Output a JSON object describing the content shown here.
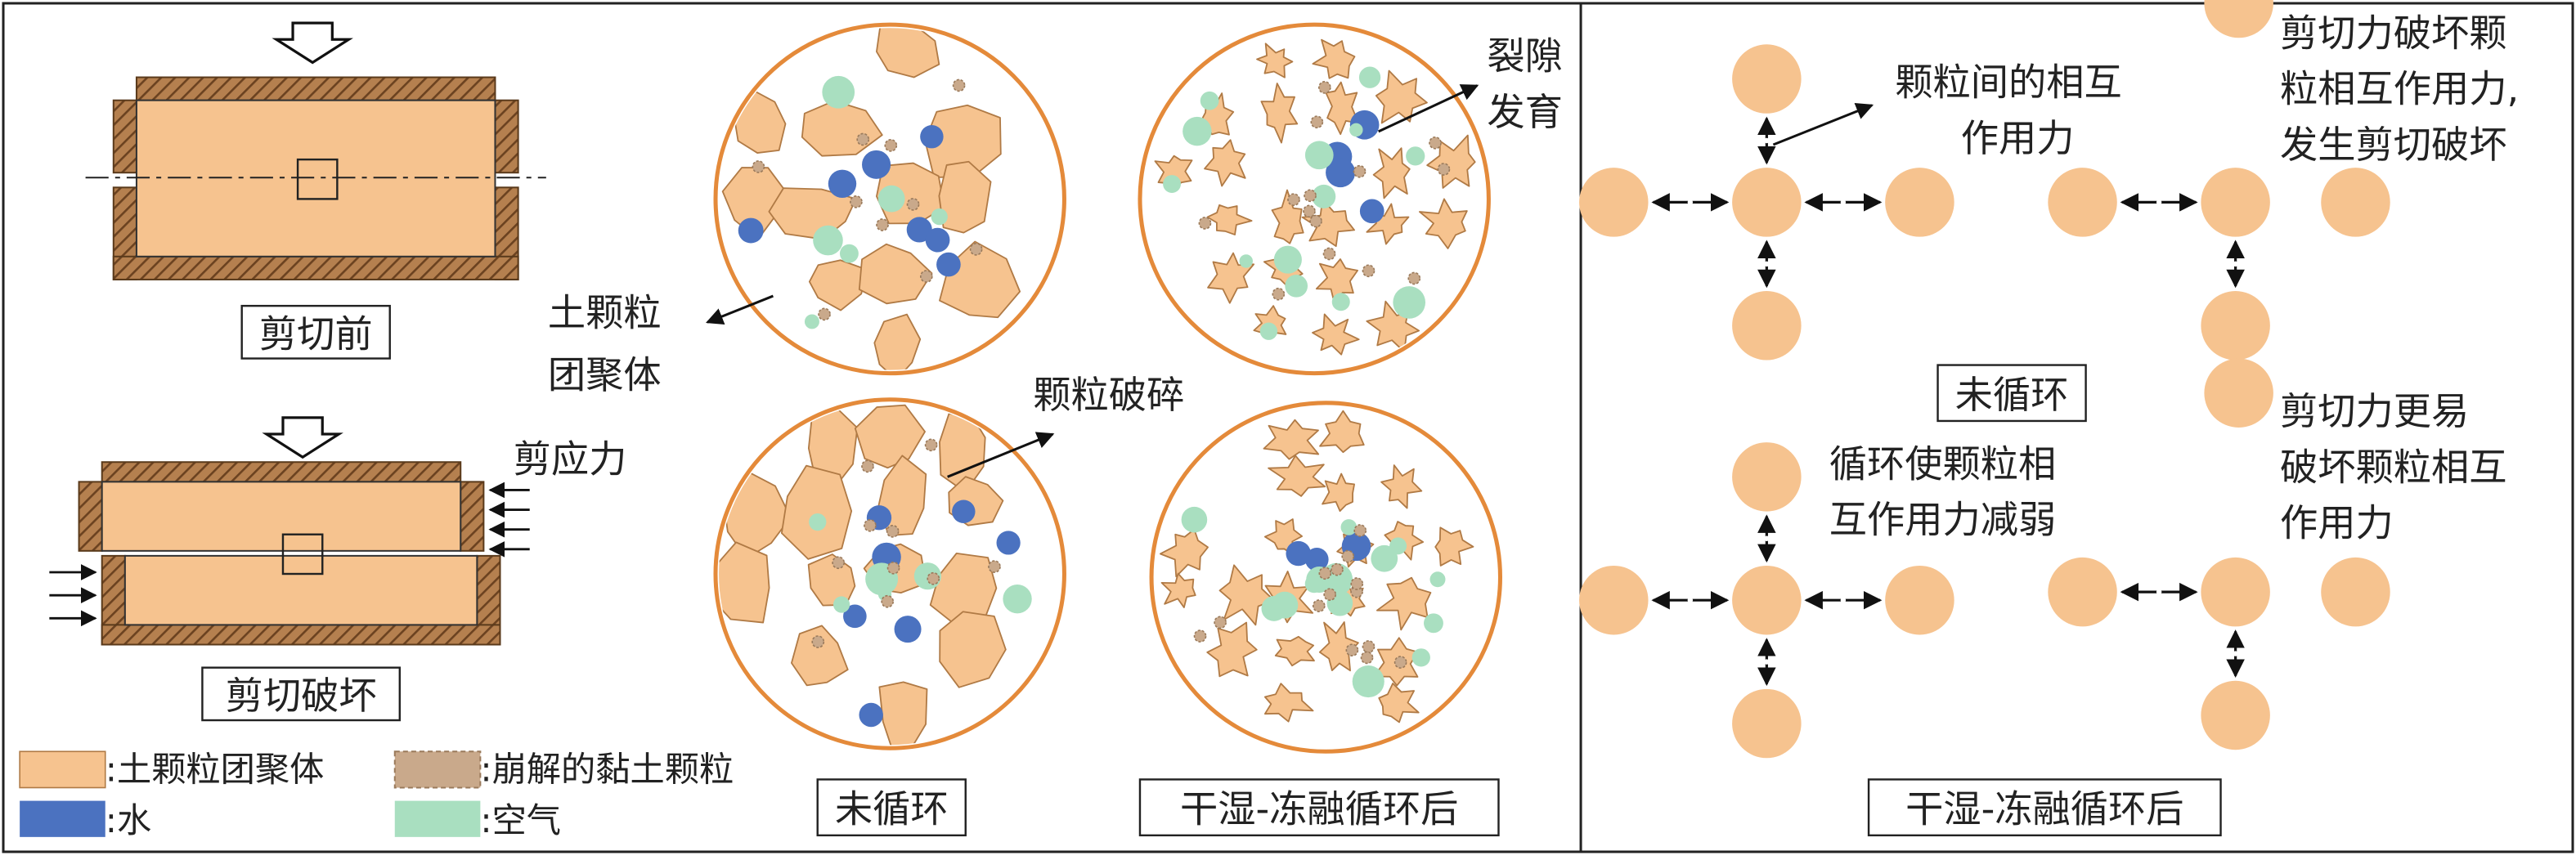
{
  "left_panel": {
    "label_before": "剪切前",
    "label_shear_stress": "剪应力",
    "label_failure": "剪切破坏"
  },
  "legend": {
    "aggregate": ":土颗粒团聚体",
    "clay": ":崩解的黏土颗粒",
    "water": ":水",
    "air": ":空气"
  },
  "middle_panel": {
    "label_aggregate": [
      "土颗粒",
      "团聚体"
    ],
    "label_crack": [
      "裂隙",
      "发育"
    ],
    "label_particle_break": "颗粒破碎",
    "caption_uncycled": "未循环",
    "caption_cycled": "干湿-冻融循环后"
  },
  "right_panel": {
    "label_interaction": [
      "颗粒间的相互",
      "作用力"
    ],
    "label_shear_destroy": [
      "剪切力破坏颗",
      "粒相互作用力,",
      "发生剪切破坏"
    ],
    "caption_uncycled": "未循环",
    "label_weakened": [
      "循环使颗粒相",
      "互作用力减弱"
    ],
    "label_easier": [
      "剪切力更易",
      "破坏颗粒相互",
      "作用力"
    ],
    "caption_cycled": "干湿-冻融循环后"
  },
  "colors": {
    "aggregate": "#F6C38F",
    "aggregate_stroke": "#B07A45",
    "ring": "#E48A3A",
    "water": "#4B72C0",
    "air": "#A9DFC0",
    "clay": "#C9A98B",
    "hatch": "#8A5A2E"
  }
}
